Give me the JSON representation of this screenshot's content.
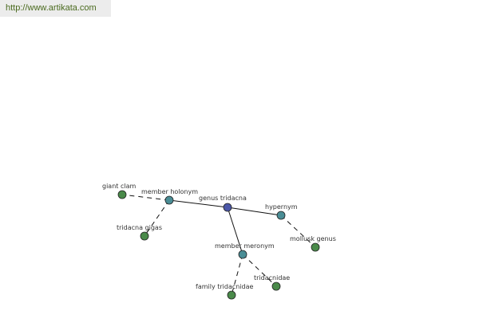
{
  "header": {
    "url": "http://www.artikata.com"
  },
  "colors": {
    "center_node": "#4b57a8",
    "relation_node": "#4a8d95",
    "leaf_node": "#4a8a4a",
    "node_stroke": "#222222",
    "edge": "#111111"
  },
  "graph": {
    "nodes": [
      {
        "id": "genus-tridacna",
        "label": "genus tridacna",
        "kind": "center"
      },
      {
        "id": "member-holonym",
        "label": "member holonym",
        "kind": "relation"
      },
      {
        "id": "hypernym",
        "label": "hypernym",
        "kind": "relation"
      },
      {
        "id": "member-meronym",
        "label": "member meronym",
        "kind": "relation"
      },
      {
        "id": "giant-clam",
        "label": "giant clam",
        "kind": "leaf"
      },
      {
        "id": "tridacna-gigas",
        "label": "tridacna gigas",
        "kind": "leaf"
      },
      {
        "id": "mollusk-genus",
        "label": "mollusk genus",
        "kind": "leaf"
      },
      {
        "id": "family-tridacnidae",
        "label": "family tridacnidae",
        "kind": "leaf"
      },
      {
        "id": "tridacnidae",
        "label": "tridacnidae",
        "kind": "leaf"
      }
    ],
    "edges": [
      {
        "from": "genus-tridacna",
        "to": "member-holonym",
        "style": "solid"
      },
      {
        "from": "genus-tridacna",
        "to": "hypernym",
        "style": "solid"
      },
      {
        "from": "genus-tridacna",
        "to": "member-meronym",
        "style": "solid"
      },
      {
        "from": "member-holonym",
        "to": "giant-clam",
        "style": "dashed"
      },
      {
        "from": "member-holonym",
        "to": "tridacna-gigas",
        "style": "dashed"
      },
      {
        "from": "hypernym",
        "to": "mollusk-genus",
        "style": "dashed"
      },
      {
        "from": "member-meronym",
        "to": "family-tridacnidae",
        "style": "dashed"
      },
      {
        "from": "member-meronym",
        "to": "tridacnidae",
        "style": "dashed"
      }
    ]
  }
}
